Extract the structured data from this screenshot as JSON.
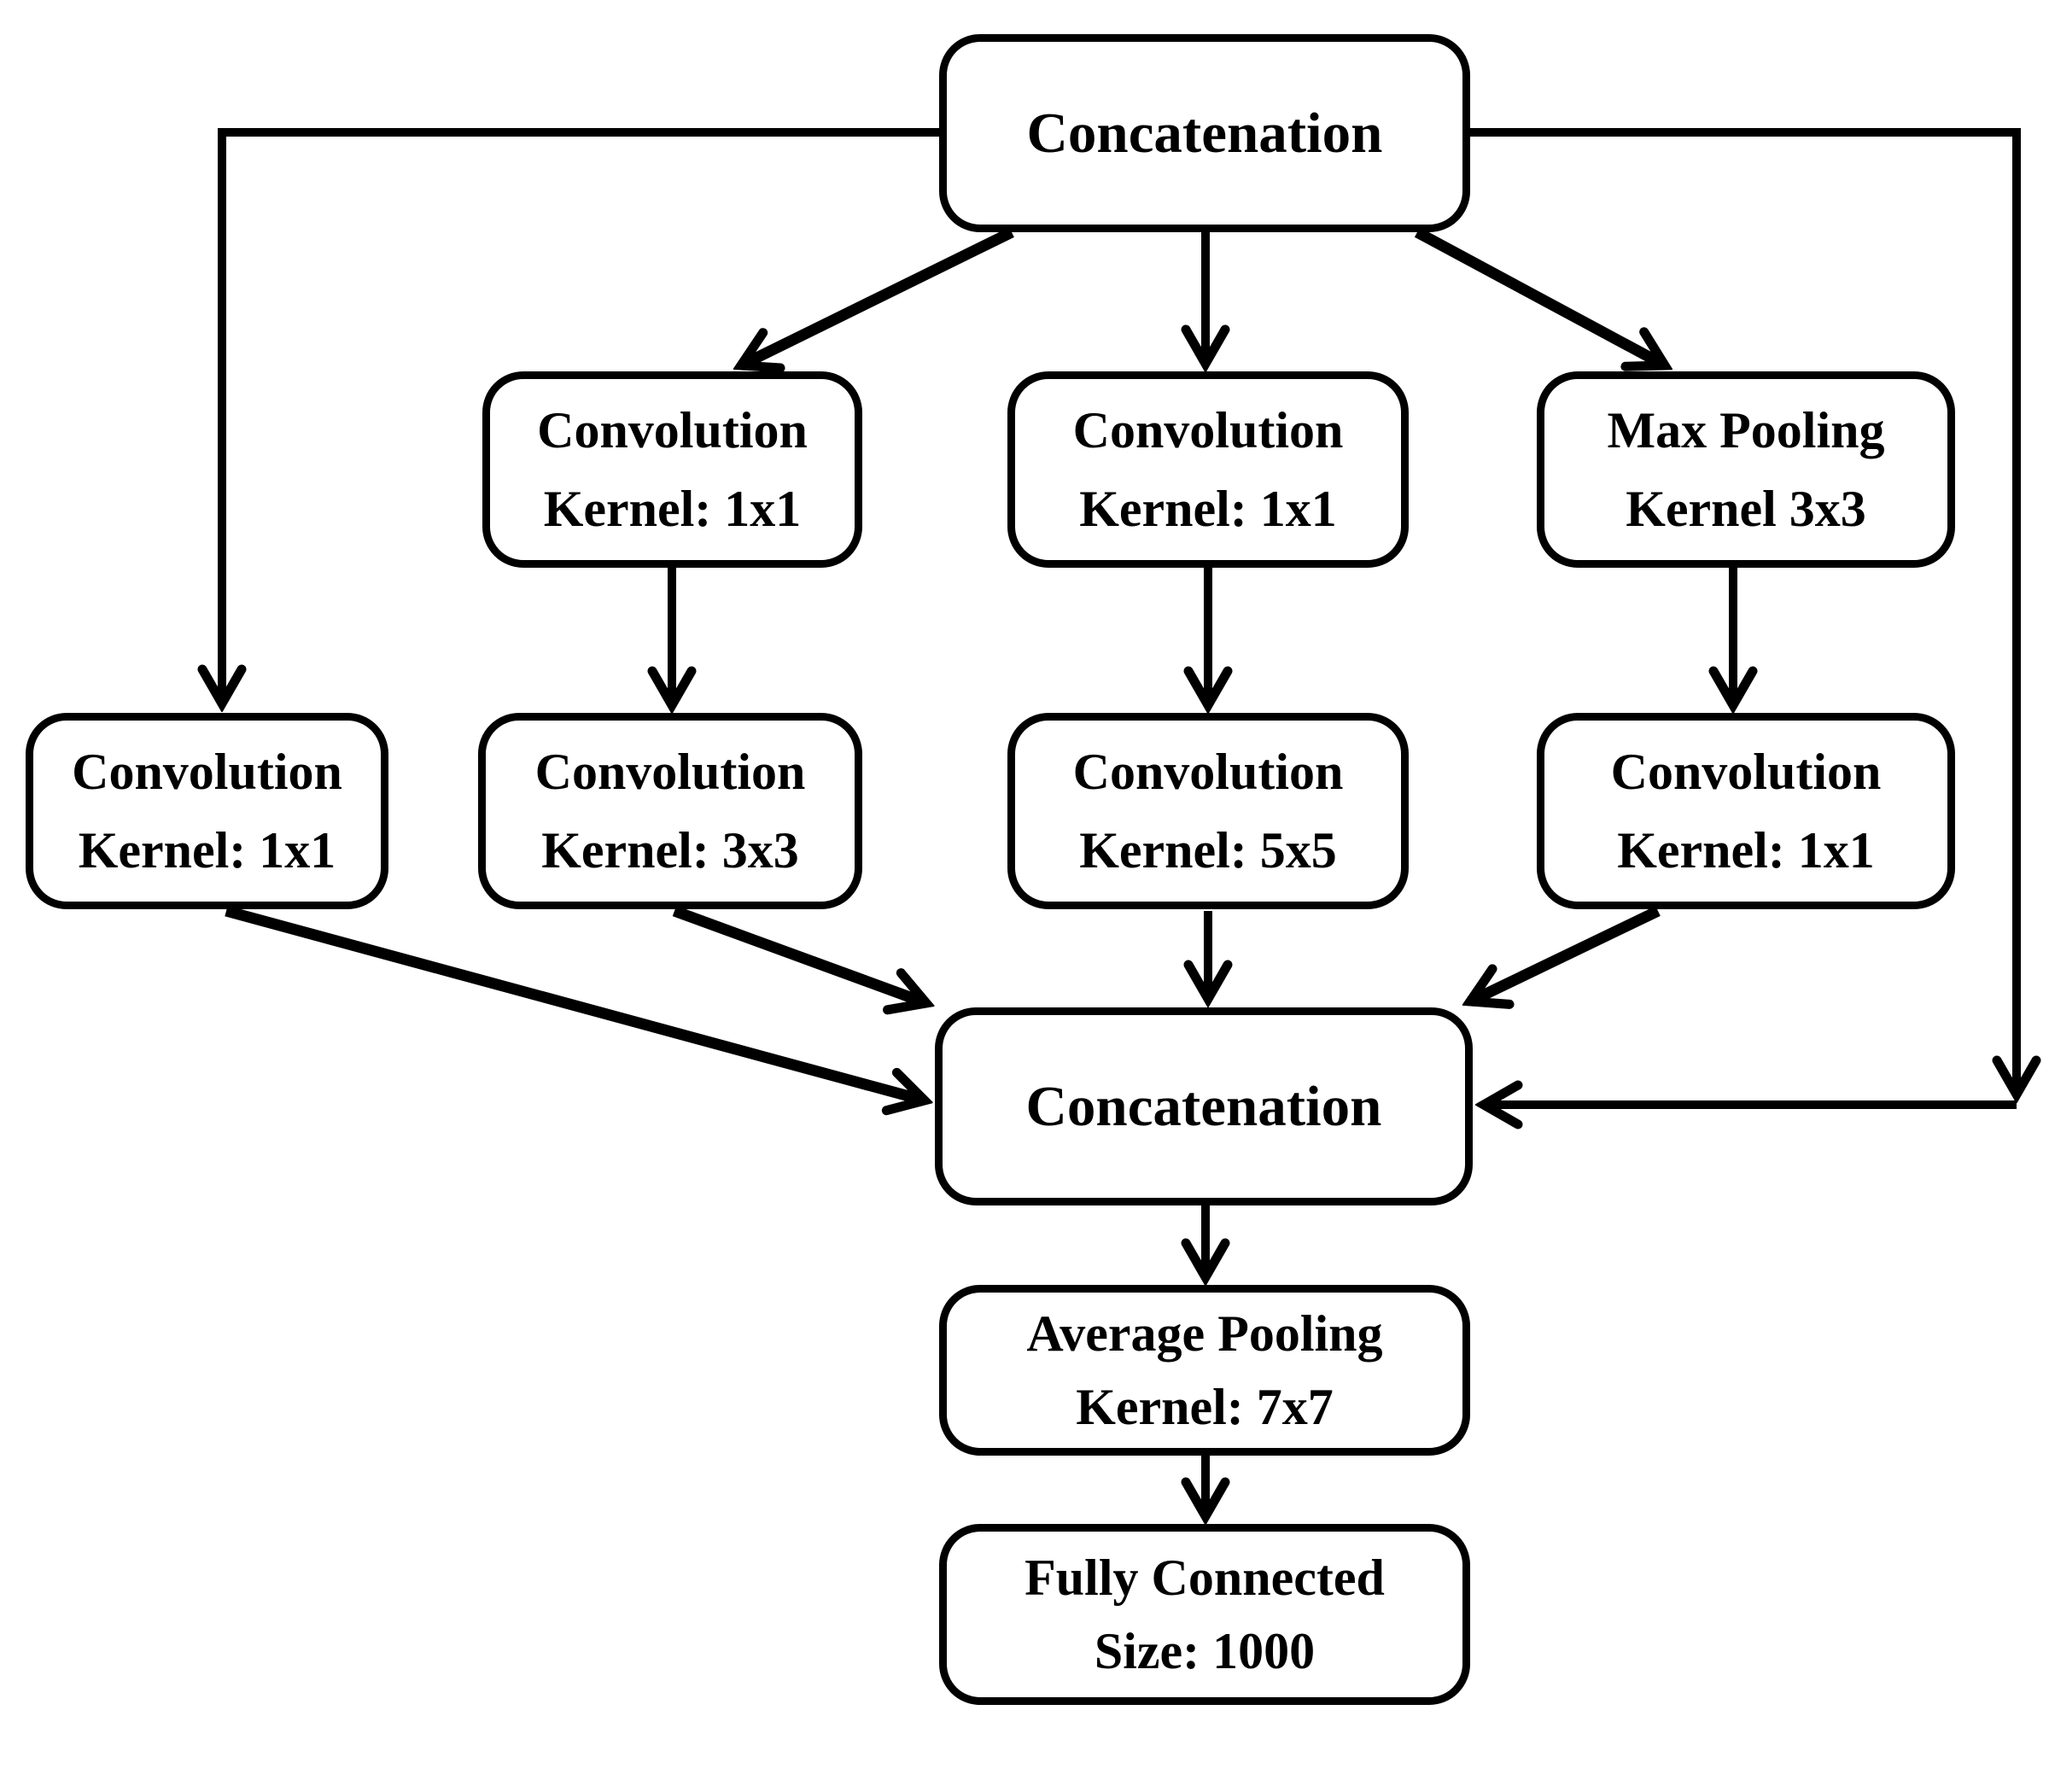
{
  "diagram": {
    "nodes": {
      "concat_top": {
        "line1": "Concatenation",
        "line2": ""
      },
      "conv_b2_reduce": {
        "line1": "Convolution",
        "line2": "Kernel: 1x1"
      },
      "conv_b3_reduce": {
        "line1": "Convolution",
        "line2": "Kernel: 1x1"
      },
      "maxpool": {
        "line1": "Max Pooling",
        "line2": "Kernel 3x3"
      },
      "conv_b1": {
        "line1": "Convolution",
        "line2": "Kernel: 1x1"
      },
      "conv_3x3": {
        "line1": "Convolution",
        "line2": "Kernel: 3x3"
      },
      "conv_5x5": {
        "line1": "Convolution",
        "line2": "Kernel: 5x5"
      },
      "conv_b4": {
        "line1": "Convolution",
        "line2": "Kernel: 1x1"
      },
      "concat_bottom": {
        "line1": "Concatenation",
        "line2": ""
      },
      "avgpool": {
        "line1": "Average Pooling",
        "line2": "Kernel: 7x7"
      },
      "fc": {
        "line1": "Fully Connected",
        "line2": "Size: 1000"
      }
    },
    "edges": [
      {
        "from": "concat_top",
        "to": "conv_b1"
      },
      {
        "from": "concat_top",
        "to": "conv_b2_reduce"
      },
      {
        "from": "concat_top",
        "to": "conv_b3_reduce"
      },
      {
        "from": "concat_top",
        "to": "maxpool"
      },
      {
        "from": "concat_top",
        "to": "concat_bottom"
      },
      {
        "from": "conv_b2_reduce",
        "to": "conv_3x3"
      },
      {
        "from": "conv_b3_reduce",
        "to": "conv_5x5"
      },
      {
        "from": "maxpool",
        "to": "conv_b4"
      },
      {
        "from": "conv_b1",
        "to": "concat_bottom"
      },
      {
        "from": "conv_3x3",
        "to": "concat_bottom"
      },
      {
        "from": "conv_5x5",
        "to": "concat_bottom"
      },
      {
        "from": "conv_b4",
        "to": "concat_bottom"
      },
      {
        "from": "concat_bottom",
        "to": "avgpool"
      },
      {
        "from": "avgpool",
        "to": "fc"
      }
    ],
    "colors": {
      "ink": "#000000",
      "background": "#ffffff",
      "box_fill": "#ffffff"
    }
  }
}
